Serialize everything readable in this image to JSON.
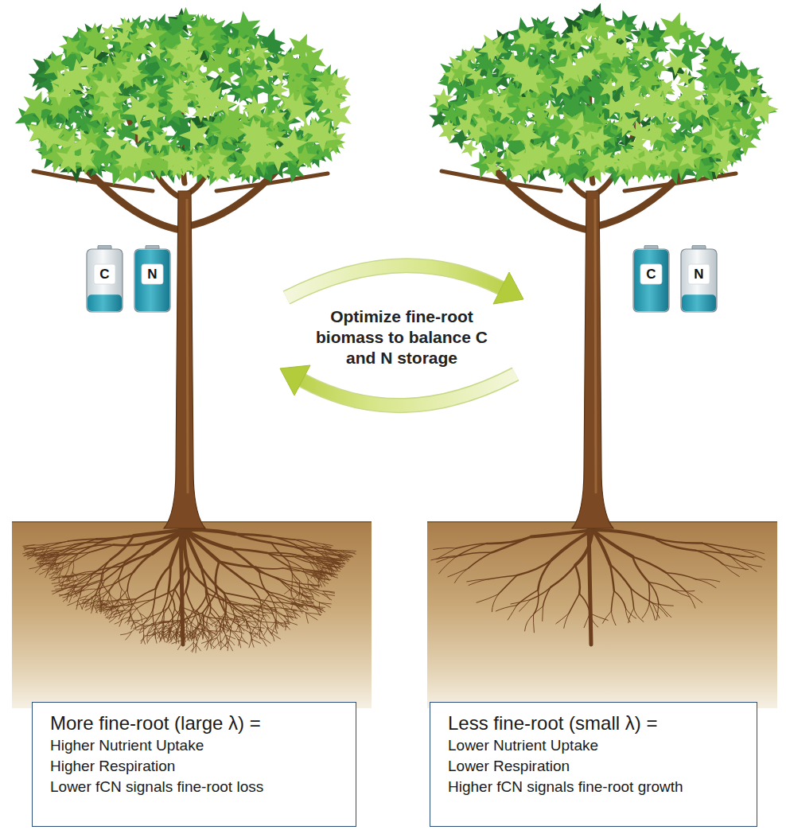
{
  "diagram": {
    "nodes": [
      {
        "text": [
          "C"
        ]
      },
      {
        "text": [
          "N"
        ]
      },
      {
        "text": [
          "C"
        ]
      },
      {
        "text": [
          "N"
        ]
      },
      {
        "text": [
          "More fine-root (large λ) =",
          "Higher Nutrient Uptake",
          "Higher Respiration",
          "Lower fCN signals fine-root loss"
        ]
      },
      {
        "text": [
          "Less fine-root (small λ) =",
          "Lower Nutrient Uptake",
          "Lower Respiration",
          "Higher fCN signals fine-root growth"
        ]
      }
    ],
    "labels": [
      "Optimize fine-root biomass to balance C and N storage"
    ]
  }
}
